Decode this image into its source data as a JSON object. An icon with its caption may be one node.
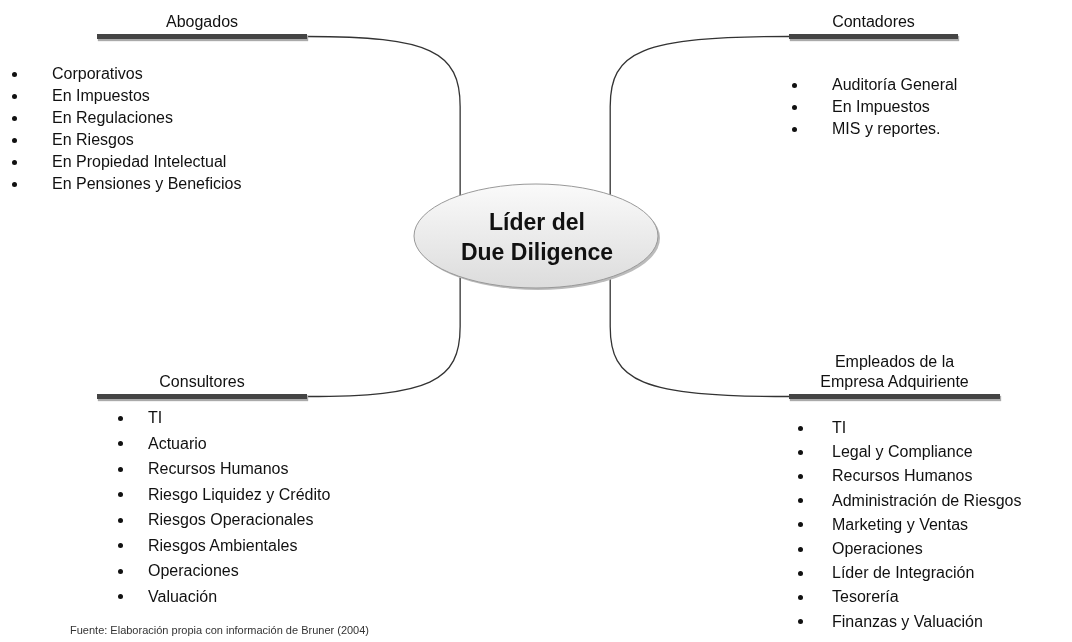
{
  "diagram": {
    "caption": "Fuente: Elaboración propia con información de Bruner (2004)",
    "nodes": [
      {
        "text": [
          "Líder del Due Diligence"
        ]
      },
      {
        "text": [
          "Abogados"
        ],
        "beside": [
          "Corporativos",
          "En Impuestos",
          "En Regulaciones",
          "En Riesgos",
          "En Propiedad Intelectual",
          "En Pensiones y Beneficios"
        ]
      },
      {
        "text": [
          "Contadores"
        ],
        "beside": [
          "Auditoría General",
          "En Impuestos",
          "MIS y reportes."
        ]
      },
      {
        "text": [
          "Consultores"
        ],
        "beside": [
          "TI",
          "Actuario",
          "Recursos Humanos",
          "Riesgo Liquidez y Crédito",
          "Riesgos Operacionales",
          "Riesgos Ambientales",
          "Operaciones",
          "Valuación"
        ]
      },
      {
        "text": [
          "Empleados de la Empresa Adquiriente"
        ],
        "beside": [
          "TI",
          "Legal y Compliance",
          "Recursos Humanos",
          "Administración de Riesgos",
          "Marketing y Ventas",
          "Operaciones",
          "Líder de Integración",
          "Tesorería",
          "Finanzas y Valuación"
        ]
      }
    ],
    "edges": [
      {
        "from": 0,
        "to": 1,
        "arrow": "none"
      },
      {
        "from": 0,
        "to": 2,
        "arrow": "none"
      },
      {
        "from": 0,
        "to": 3,
        "arrow": "none"
      },
      {
        "from": 0,
        "to": 4,
        "arrow": "none"
      }
    ]
  }
}
